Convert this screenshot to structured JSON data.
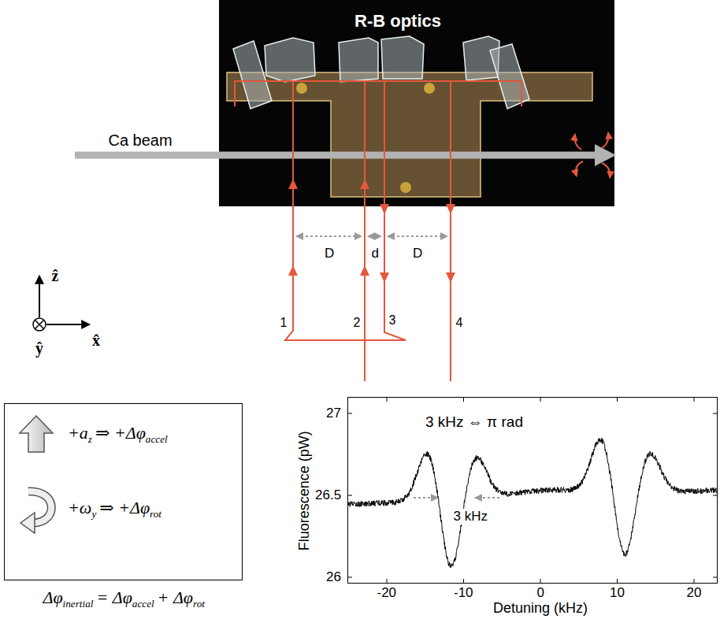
{
  "diagram": {
    "nodes": [
      {
        "text": [
          "R-B optics"
        ]
      },
      {
        "text": [
          "+a",
          "z",
          "⇒ +Δφ",
          "accel",
          "+ω",
          "y",
          "⇒ +Δφ",
          "rot"
        ]
      },
      {
        "text": [
          "3 kHz ⇔ π rad",
          "3 kHz"
        ]
      }
    ],
    "labels": [
      "Ca beam",
      "D",
      "d",
      "D",
      "1",
      "2",
      "3",
      "4",
      "ẑ",
      "ŷ",
      "x̂",
      "Δφ",
      "inertial",
      "= Δφ",
      "accel",
      "+ Δφ",
      "rot",
      "27",
      "26.5",
      "26",
      "-20",
      "-10",
      "0",
      "10",
      "20",
      "Fluorescence (pW)",
      "Detuning (kHz)"
    ]
  }
}
